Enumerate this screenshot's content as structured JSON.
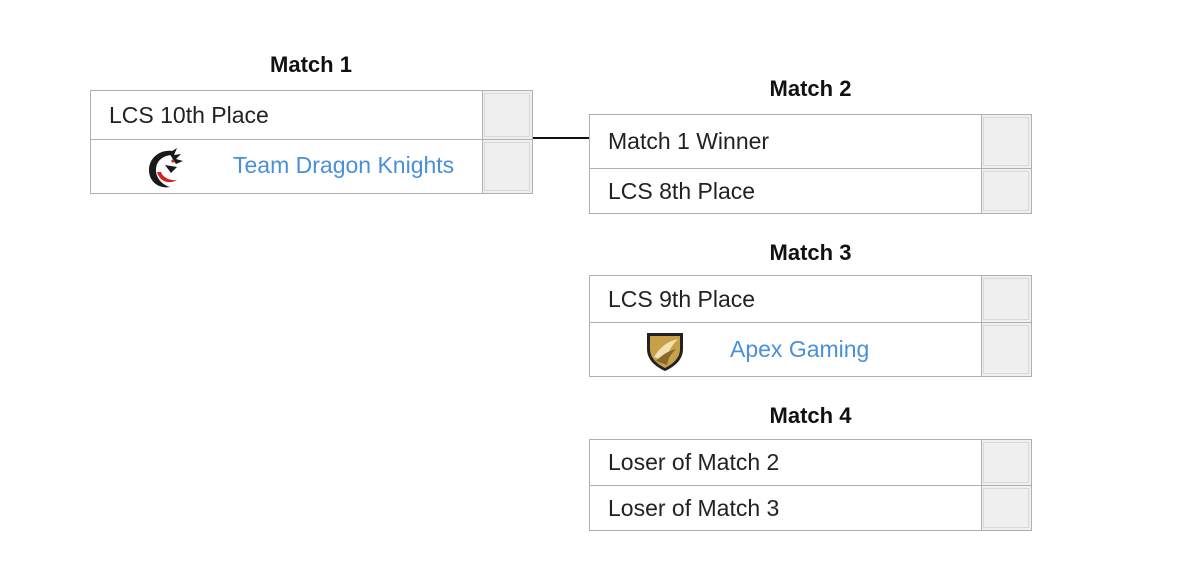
{
  "matches": [
    {
      "title": "Match 1",
      "rows": [
        {
          "label": "LCS 10th Place",
          "score": ""
        },
        {
          "label": "Team Dragon Knights",
          "score": "",
          "logo": "dragon-logo-icon",
          "link": true
        }
      ]
    },
    {
      "title": "Match 2",
      "rows": [
        {
          "label": "Match 1 Winner",
          "score": ""
        },
        {
          "label": "LCS 8th Place",
          "score": ""
        }
      ]
    },
    {
      "title": "Match 3",
      "rows": [
        {
          "label": "LCS 9th Place",
          "score": ""
        },
        {
          "label": "Apex Gaming",
          "score": "",
          "logo": "apex-shield-logo-icon",
          "link": true
        }
      ]
    },
    {
      "title": "Match 4",
      "rows": [
        {
          "label": "Loser of Match 2",
          "score": ""
        },
        {
          "label": "Loser of Match 3",
          "score": ""
        }
      ]
    }
  ],
  "colors": {
    "link": "#4a90d9",
    "border": "#b0b0b0",
    "score_bg": "#efefef",
    "connector": "#111111"
  }
}
